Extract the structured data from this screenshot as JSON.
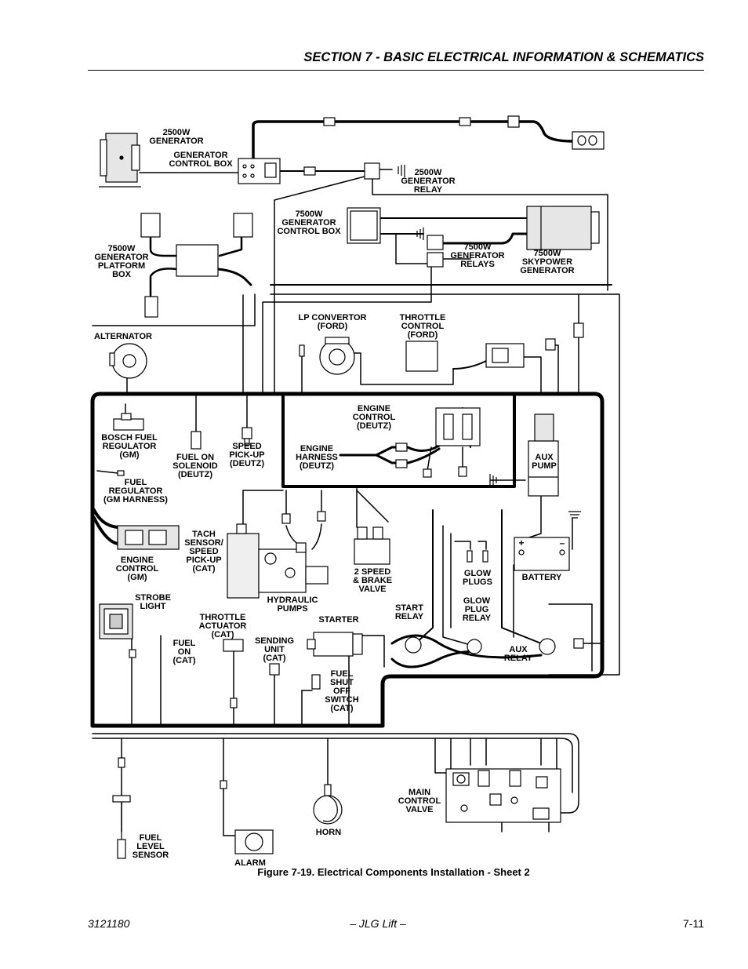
{
  "header": {
    "section_title": "SECTION 7 - BASIC ELECTRICAL INFORMATION & SCHEMATICS"
  },
  "figure": {
    "caption": "Figure 7-19.  Electrical Components Installation - Sheet 2",
    "labels": {
      "gen2500": [
        "2500W",
        "GENERATOR"
      ],
      "gen_control_box": [
        "GENERATOR",
        "CONTROL BOX"
      ],
      "gen2500_relay": [
        "2500W",
        "GENERATOR",
        "RELAY"
      ],
      "gen7500_control_box": [
        "7500W",
        "GENERATOR",
        "CONTROL BOX"
      ],
      "gen7500_platform_box": [
        "7500W",
        "GENERATOR",
        "PLATFORM",
        "BOX"
      ],
      "gen7500_relays": [
        "7500W",
        "GENERATOR",
        "RELAYS"
      ],
      "skypower": [
        "7500W",
        "SKYPOWER",
        "GENERATOR"
      ],
      "alternator": [
        "ALTERNATOR"
      ],
      "lp_convertor": [
        "LP CONVERTOR",
        "(FORD)"
      ],
      "throttle_control": [
        "THROTTLE",
        "CONTROL",
        "(FORD)"
      ],
      "bosch_fuel_regulator": [
        "BOSCH FUEL",
        "REGULATOR",
        "(GM)"
      ],
      "fuel_on_solenoid": [
        "FUEL ON",
        "SOLENOID",
        "(DEUTZ)"
      ],
      "speed_pickup_deutz": [
        "SPEED",
        "PICK-UP",
        "(DEUTZ)"
      ],
      "engine_control_deutz": [
        "ENGINE",
        "CONTROL",
        "(DEUTZ)"
      ],
      "engine_harness": [
        "ENGINE",
        "HARNESS",
        "(DEUTZ)"
      ],
      "aux_pump": [
        "AUX",
        "PUMP"
      ],
      "fuel_regulator_gm": [
        "FUEL",
        "REGULATOR",
        "(GM HARNESS)"
      ],
      "tach_sensor": [
        "TACH",
        "SENSOR/",
        "SPEED",
        "PICK-UP",
        "(CAT)"
      ],
      "two_speed_brake": [
        "2 SPEED",
        "& BRAKE",
        "VALVE"
      ],
      "battery": [
        "BATTERY"
      ],
      "battery_plus": "+",
      "battery_minus": "–",
      "glow_plugs": [
        "GLOW",
        "PLUGS"
      ],
      "engine_control_gm": [
        "ENGINE",
        "CONTROL",
        "(GM)"
      ],
      "hydraulic_pumps": [
        "HYDRAULIC",
        "PUMPS"
      ],
      "glow_plug_relay": [
        "GLOW",
        "PLUG",
        "RELAY"
      ],
      "strobe_light": [
        "STROBE",
        "LIGHT"
      ],
      "throttle_actuator": [
        "THROTTLE",
        "ACTUATOR",
        "(CAT)"
      ],
      "starter": [
        "STARTER"
      ],
      "start_relay": [
        "START",
        "RELAY"
      ],
      "fuel_on_cat": [
        "FUEL",
        "ON",
        "(CAT)"
      ],
      "sending_unit": [
        "SENDING",
        "UNIT",
        "(CAT)"
      ],
      "aux_relay": [
        "AUX",
        "RELAY"
      ],
      "fuel_shutoff": [
        "FUEL",
        "SHUT",
        "OFF",
        "SWITCH",
        "(CAT)"
      ],
      "main_control_valve": [
        "MAIN",
        "CONTROL",
        "VALVE"
      ],
      "horn": [
        "HORN"
      ],
      "fuel_level_sensor": [
        "FUEL",
        "LEVEL",
        "SENSOR"
      ],
      "alarm": [
        "ALARM"
      ]
    }
  },
  "footer": {
    "doc_number": "3121180",
    "center": "– JLG Lift –",
    "page": "7-11"
  }
}
